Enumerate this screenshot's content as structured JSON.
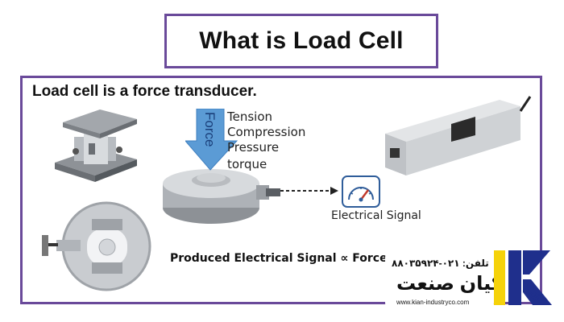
{
  "title": "What is Load Cell",
  "subtitle": "Load cell is a force transducer.",
  "force_label": "Force",
  "force_types": [
    "Tension",
    "Compression",
    "Pressure",
    "torque"
  ],
  "signal_label": "Electrical Signal",
  "relation": "Produced Electrical Signal ∝ Force Applied",
  "brand": {
    "phone": "تلفن: ۰۲۱-۸۸۰۳۵۹۲۴",
    "name": "کیان صنعت",
    "url": "www.kian-industryco.com"
  },
  "colors": {
    "frame": "#6a4a9a",
    "arrow": "#4a90d9",
    "logo_yellow": "#f5d20a",
    "logo_blue": "#1f2f8c"
  },
  "icons": [
    "pancake-load-cell",
    "mounting-kit-load-cell",
    "s-type-load-cell",
    "single-point-load-cell",
    "gauge-icon",
    "kian-logo"
  ]
}
